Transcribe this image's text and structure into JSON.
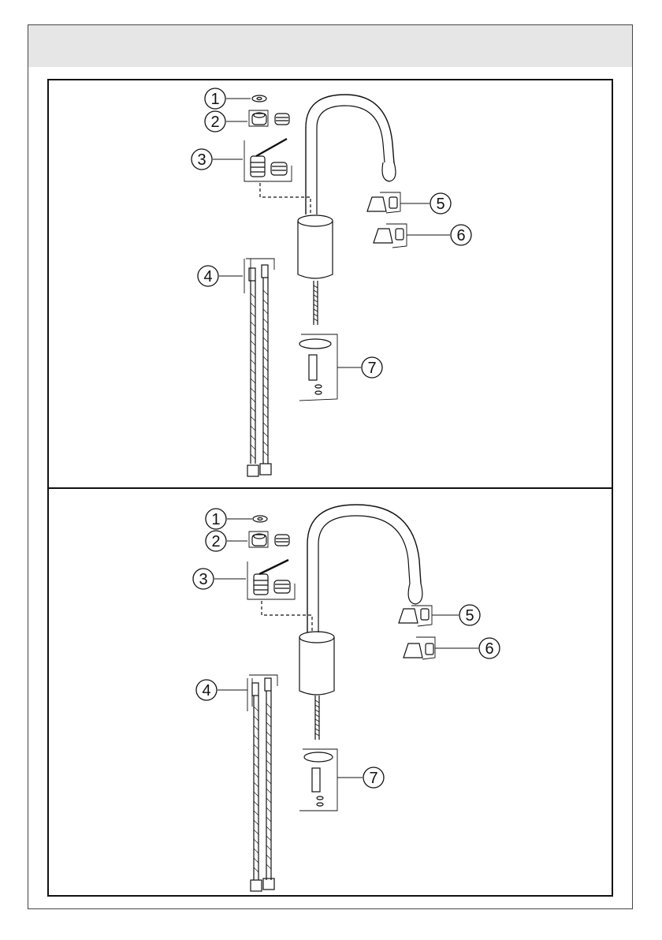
{
  "header": {
    "title": ""
  },
  "panels": [
    {
      "id": "top",
      "callouts": [
        {
          "number": "1",
          "part": "o-ring-washer"
        },
        {
          "number": "2",
          "part": "aerator-set"
        },
        {
          "number": "3",
          "part": "cartridge-handle-set"
        },
        {
          "number": "4",
          "part": "flexible-supply-hoses"
        },
        {
          "number": "5",
          "part": "valve-knob-set-a"
        },
        {
          "number": "6",
          "part": "valve-knob-set-b"
        },
        {
          "number": "7",
          "part": "mounting-kit"
        }
      ]
    },
    {
      "id": "bottom",
      "callouts": [
        {
          "number": "1",
          "part": "o-ring-washer"
        },
        {
          "number": "2",
          "part": "aerator-set"
        },
        {
          "number": "3",
          "part": "cartridge-handle-set"
        },
        {
          "number": "4",
          "part": "flexible-supply-hoses"
        },
        {
          "number": "5",
          "part": "valve-knob-set-a"
        },
        {
          "number": "6",
          "part": "valve-knob-set-b"
        },
        {
          "number": "7",
          "part": "mounting-kit"
        }
      ]
    }
  ],
  "colors": {
    "line": "#111111",
    "header_band": "#e6e6e6",
    "background": "#ffffff"
  }
}
